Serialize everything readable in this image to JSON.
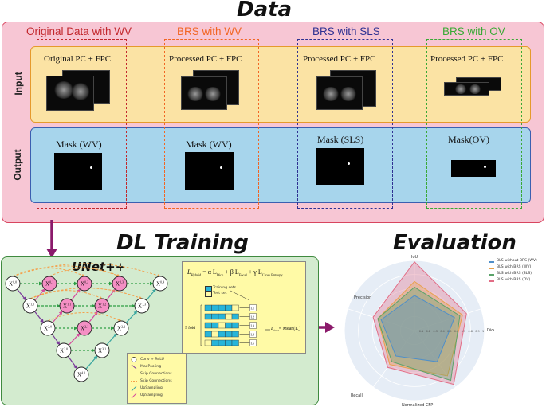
{
  "data_section": {
    "title": "Data",
    "columns": [
      {
        "header": "Original Data with WV",
        "color": "#c2272d",
        "input_label": "Original PC + FPC",
        "output_label": "Mask (WV)"
      },
      {
        "header": "BRS with WV",
        "color": "#f26522",
        "input_label": "Processed PC + FPC",
        "output_label": "Mask (WV)"
      },
      {
        "header": "BRS with SLS",
        "color": "#2e3192",
        "input_label": "Processed PC + FPC",
        "output_label": "Mask (SLS)"
      },
      {
        "header": "BRS with OV",
        "color": "#39a935",
        "input_label": "Processed PC + FPC",
        "output_label": "Mask(OV)"
      }
    ],
    "rows": {
      "input": "Input",
      "output": "Output"
    }
  },
  "dl_section": {
    "title": "DL Training",
    "subtitle": "UNet++",
    "nodes": [
      {
        "id": "X0,0",
        "sup": "0,0"
      },
      {
        "id": "X0,1",
        "sup": "0,1"
      },
      {
        "id": "X0,2",
        "sup": "0,2"
      },
      {
        "id": "X0,3",
        "sup": "0,3"
      },
      {
        "id": "X0,4",
        "sup": "0,4"
      },
      {
        "id": "X1,0",
        "sup": "1,0"
      },
      {
        "id": "X1,1",
        "sup": "1,1"
      },
      {
        "id": "X1,2",
        "sup": "1,2"
      },
      {
        "id": "X1,3",
        "sup": "1,3"
      },
      {
        "id": "X2,0",
        "sup": "2,0"
      },
      {
        "id": "X2,1",
        "sup": "2,1"
      },
      {
        "id": "X2,2",
        "sup": "2,2"
      },
      {
        "id": "X3,0",
        "sup": "3,0"
      },
      {
        "id": "X3,1",
        "sup": "3,1"
      },
      {
        "id": "X4,0",
        "sup": "4,0"
      }
    ],
    "legend": [
      "Conv + ReLU",
      "MaxPooling",
      "Skip Connections",
      "Skip Connections",
      "UpSampling",
      "UpSampling"
    ],
    "formula": {
      "loss": "L",
      "loss_sub": "Hybrid",
      "terms": "= α L",
      "dice_sub": "Dice",
      "focal": "+ β L",
      "focal_sub": "Focal",
      "ce": "+ γ L",
      "ce_sub": "Cross Entropy",
      "legend_train": "Training sets",
      "legend_test": "Test set",
      "fold_label": "5 fold",
      "final": "L",
      "final_sub": "final",
      "final_rhs": "= Mean(L",
      "final_rhs_sub": "i",
      "final_close": ")",
      "fold_losses": [
        "L1",
        "L2",
        "L3",
        "L4",
        "L5"
      ]
    }
  },
  "eval_section": {
    "title": "Evaluation",
    "axes": [
      "IoU",
      "Dice",
      "Normalized CFP",
      "Recall",
      "Precision"
    ],
    "ticks": [
      "0.1",
      "0.2",
      "0.3",
      "0.4",
      "0.5",
      "0.6",
      "0.7",
      "0.8",
      "0.9",
      "1"
    ],
    "legend": [
      {
        "name": "BLS without BRS (WV)",
        "color": "#4f8fc9"
      },
      {
        "name": "BLS with BRS (WV)",
        "color": "#e8a14b"
      },
      {
        "name": "BLS with BRS (SLS)",
        "color": "#5aa36a"
      },
      {
        "name": "BLS with BRS (OV)",
        "color": "#e26d86"
      }
    ]
  }
}
